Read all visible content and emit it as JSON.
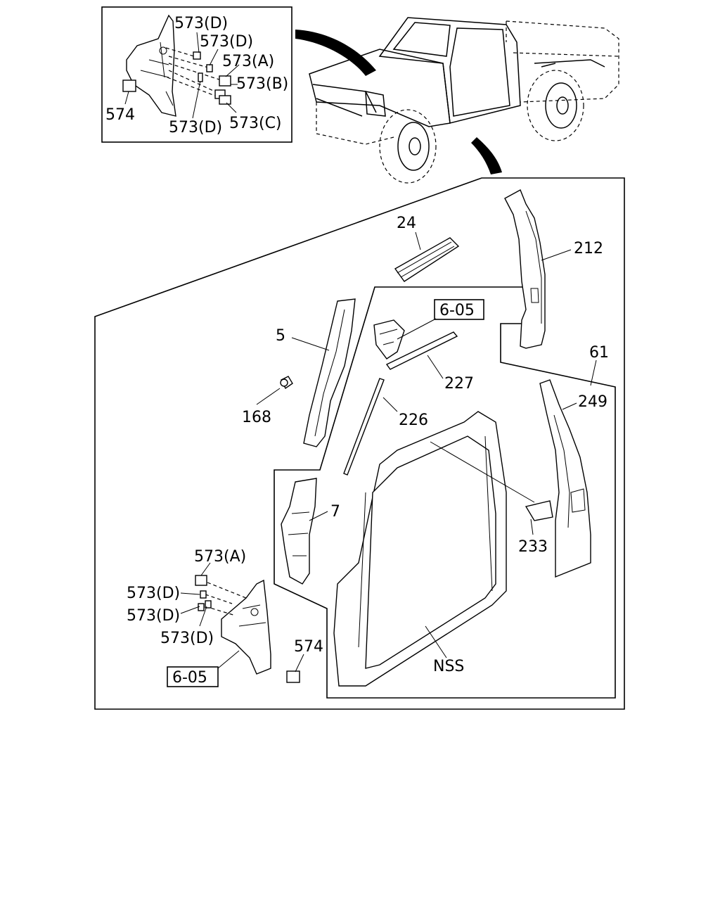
{
  "labels": {
    "inset_573d_1": "573(D)",
    "inset_573d_2": "573(D)",
    "inset_573a": "573(A)",
    "inset_573b": "573(B)",
    "inset_574": "574",
    "inset_573d_3": "573(D)",
    "inset_573c": "573(C)",
    "p24": "24",
    "p212": "212",
    "p5": "5",
    "p605_top": "6-05",
    "p227": "227",
    "p61": "61",
    "p249": "249",
    "p168": "168",
    "p226": "226",
    "p7": "7",
    "p233": "233",
    "p573a": "573(A)",
    "p573d_1": "573(D)",
    "p573d_2": "573(D)",
    "p573d_3": "573(D)",
    "p574": "574",
    "p605_bottom": "6-05",
    "pnss": "NSS"
  }
}
